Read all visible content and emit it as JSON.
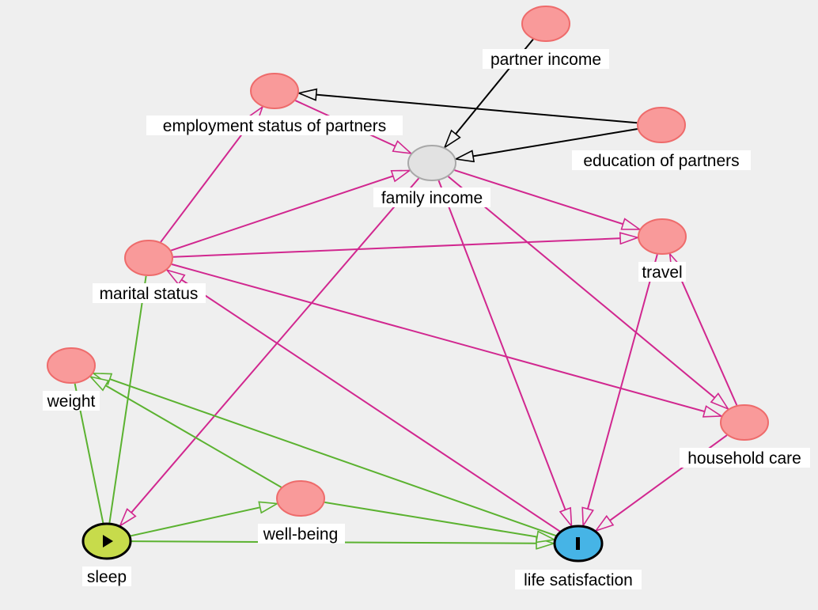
{
  "colors": {
    "background": "#efefef",
    "causal_edge": "#d1278f",
    "exposure_path_edge": "#5bb230",
    "adjusted_edge": "#000000",
    "ancestor_node_fill": "#f99a9a",
    "ancestor_node_stroke": "#ee6b6b",
    "adjusted_node_fill": "#e2e2e2",
    "adjusted_node_stroke": "#a8a8a8",
    "exposure_node_fill": "#c7db4b",
    "outcome_node_fill": "#46b4e6"
  },
  "nodes": {
    "partner_income": {
      "label": "partner income",
      "kind": "ancestor"
    },
    "employment_status": {
      "label": "employment status of partners",
      "kind": "ancestor"
    },
    "education": {
      "label": "education of partners",
      "kind": "ancestor"
    },
    "family_income": {
      "label": "family income",
      "kind": "adjusted"
    },
    "travel": {
      "label": "travel",
      "kind": "ancestor"
    },
    "marital_status": {
      "label": "marital status",
      "kind": "ancestor"
    },
    "weight": {
      "label": "weight",
      "kind": "ancestor"
    },
    "household_care": {
      "label": "household care",
      "kind": "ancestor"
    },
    "well_being": {
      "label": "well-being",
      "kind": "ancestor"
    },
    "sleep": {
      "label": "sleep",
      "kind": "exposure",
      "icon": "play-icon"
    },
    "life_satisfaction": {
      "label": "life satisfaction",
      "kind": "outcome",
      "icon": "outcome-bar-icon"
    }
  },
  "edges": [
    {
      "from": "partner_income",
      "to": "family_income",
      "type": "adjusted"
    },
    {
      "from": "education",
      "to": "employment_status",
      "type": "adjusted"
    },
    {
      "from": "education",
      "to": "family_income",
      "type": "adjusted"
    },
    {
      "from": "employment_status",
      "to": "family_income",
      "type": "causal"
    },
    {
      "from": "marital_status",
      "to": "employment_status",
      "type": "causal"
    },
    {
      "from": "marital_status",
      "to": "family_income",
      "type": "causal"
    },
    {
      "from": "marital_status",
      "to": "travel",
      "type": "causal"
    },
    {
      "from": "marital_status",
      "to": "household_care",
      "type": "causal"
    },
    {
      "from": "family_income",
      "to": "travel",
      "type": "causal"
    },
    {
      "from": "family_income",
      "to": "sleep",
      "type": "causal"
    },
    {
      "from": "family_income",
      "to": "life_satisfaction",
      "type": "causal"
    },
    {
      "from": "family_income",
      "to": "household_care",
      "type": "causal"
    },
    {
      "from": "life_satisfaction",
      "to": "marital_status",
      "type": "causal"
    },
    {
      "from": "travel",
      "to": "life_satisfaction",
      "type": "causal"
    },
    {
      "from": "household_care",
      "to": "travel",
      "type": "causal"
    },
    {
      "from": "household_care",
      "to": "life_satisfaction",
      "type": "causal"
    },
    {
      "from": "sleep",
      "to": "marital_status",
      "type": "exposure_path",
      "headless": true
    },
    {
      "from": "sleep",
      "to": "weight",
      "type": "exposure_path",
      "headless": true
    },
    {
      "from": "life_satisfaction",
      "to": "weight",
      "type": "exposure_path"
    },
    {
      "from": "well_being",
      "to": "weight",
      "type": "exposure_path"
    },
    {
      "from": "sleep",
      "to": "well_being",
      "type": "exposure_path"
    },
    {
      "from": "sleep",
      "to": "life_satisfaction",
      "type": "exposure_path"
    },
    {
      "from": "well_being",
      "to": "life_satisfaction",
      "type": "exposure_path"
    }
  ]
}
